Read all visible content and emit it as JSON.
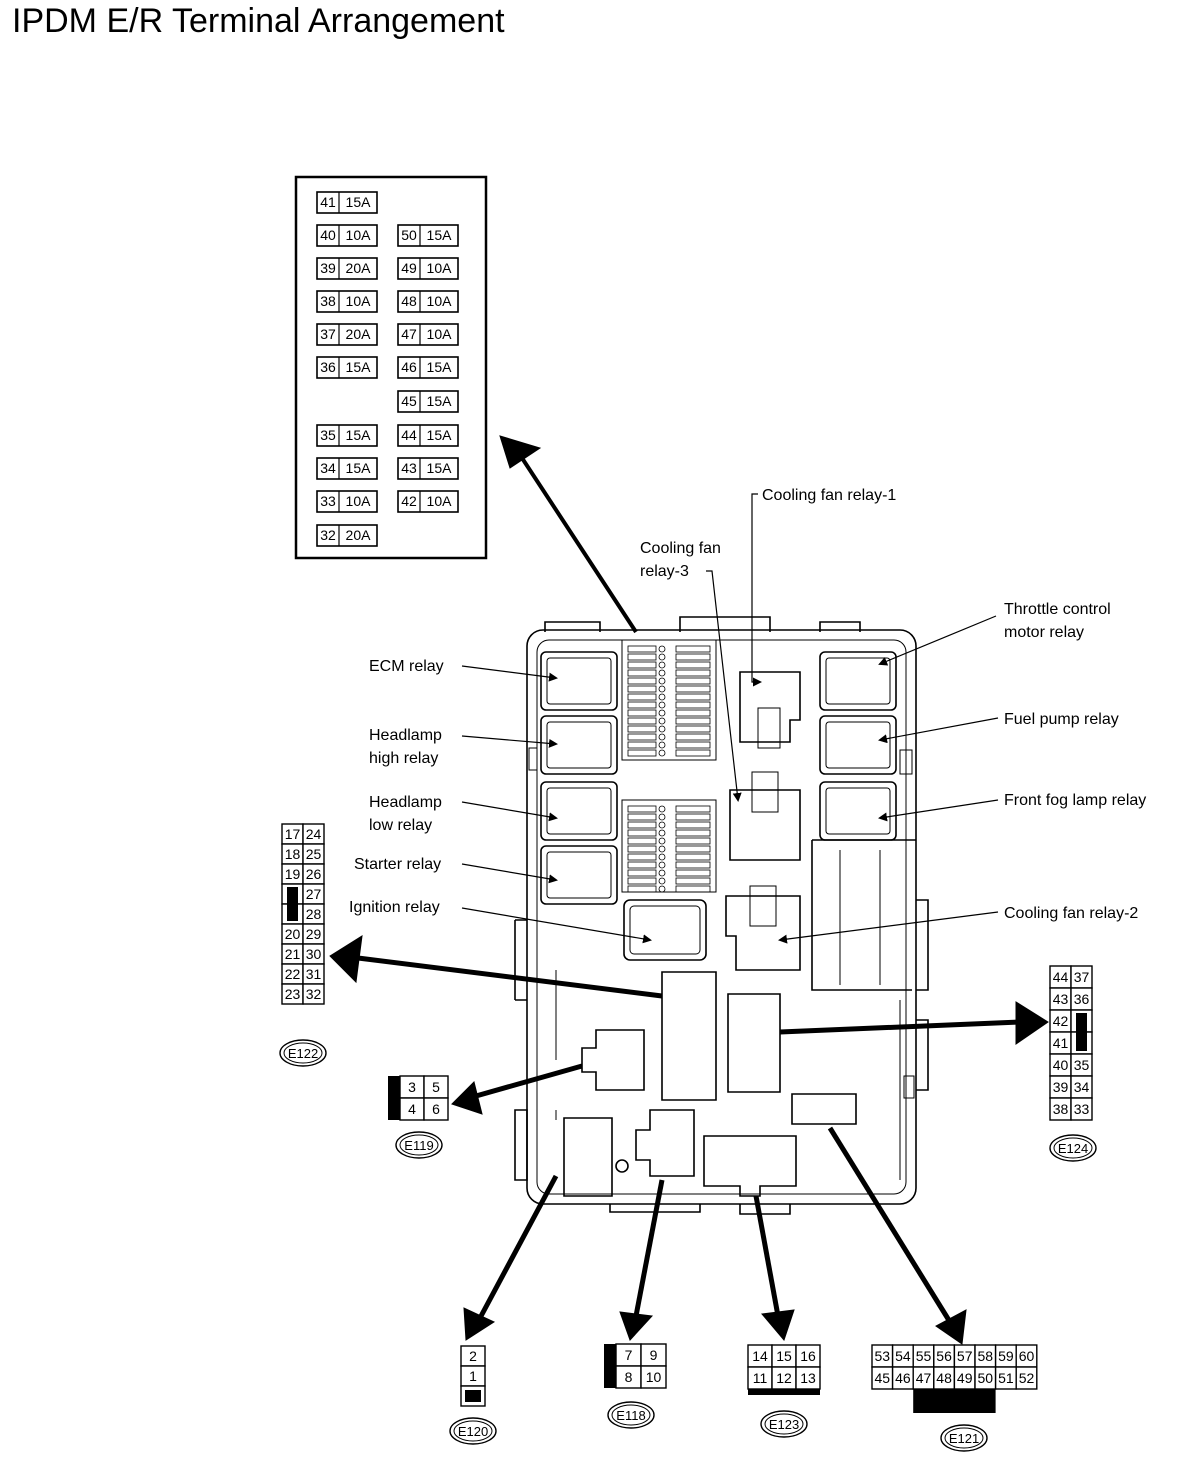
{
  "title": "IPDM E/R Terminal Arrangement",
  "fuse_block": {
    "left_column": [
      {
        "no": "41",
        "amp": "15A"
      },
      {
        "no": "40",
        "amp": "10A"
      },
      {
        "no": "39",
        "amp": "20A"
      },
      {
        "no": "38",
        "amp": "10A"
      },
      {
        "no": "37",
        "amp": "20A"
      },
      {
        "no": "36",
        "amp": "15A"
      },
      {
        "no": "35",
        "amp": "15A"
      },
      {
        "no": "34",
        "amp": "15A"
      },
      {
        "no": "33",
        "amp": "10A"
      },
      {
        "no": "32",
        "amp": "20A"
      }
    ],
    "right_column": [
      {
        "no": "50",
        "amp": "15A"
      },
      {
        "no": "49",
        "amp": "10A"
      },
      {
        "no": "48",
        "amp": "10A"
      },
      {
        "no": "47",
        "amp": "10A"
      },
      {
        "no": "46",
        "amp": "15A"
      },
      {
        "no": "45",
        "amp": "15A"
      },
      {
        "no": "44",
        "amp": "15A"
      },
      {
        "no": "43",
        "amp": "15A"
      },
      {
        "no": "42",
        "amp": "10A"
      }
    ]
  },
  "labels": {
    "cooling_fan_relay_1": "Cooling fan relay-1",
    "cooling_fan_relay_3": [
      "Cooling fan",
      "relay-3"
    ],
    "throttle_control_motor_relay": [
      "Throttle control",
      "motor relay"
    ],
    "ecm_relay": "ECM relay",
    "headlamp_high_relay": [
      "Headlamp",
      "high relay"
    ],
    "fuel_pump_relay": "Fuel pump relay",
    "headlamp_low_relay": [
      "Headlamp",
      "low relay"
    ],
    "front_fog_lamp_relay": "Front fog lamp relay",
    "starter_relay": "Starter relay",
    "ignition_relay": "Ignition relay",
    "cooling_fan_relay_2": "Cooling fan relay-2"
  },
  "connectors": {
    "E122": {
      "id": "E122",
      "rows": [
        [
          "17",
          "24"
        ],
        [
          "18",
          "25"
        ],
        [
          "19",
          "26"
        ],
        [
          "",
          "27"
        ],
        [
          "",
          "28"
        ],
        [
          "20",
          "29"
        ],
        [
          "21",
          "30"
        ],
        [
          "22",
          "31"
        ],
        [
          "23",
          "32"
        ]
      ]
    },
    "E124": {
      "id": "E124",
      "rows": [
        [
          "44",
          "37"
        ],
        [
          "43",
          "36"
        ],
        [
          "42",
          ""
        ],
        [
          "41",
          ""
        ],
        [
          "40",
          "35"
        ],
        [
          "39",
          "34"
        ],
        [
          "38",
          "33"
        ]
      ]
    },
    "E119": {
      "id": "E119",
      "rows": [
        [
          "3",
          "5"
        ],
        [
          "4",
          "6"
        ]
      ]
    },
    "E120": {
      "id": "E120",
      "rows": [
        [
          "2"
        ],
        [
          "1"
        ],
        [
          ""
        ]
      ]
    },
    "E118": {
      "id": "E118",
      "rows": [
        [
          "7",
          "9"
        ],
        [
          "8",
          "10"
        ]
      ]
    },
    "E123": {
      "id": "E123",
      "rows": [
        [
          "14",
          "15",
          "16"
        ],
        [
          "11",
          "12",
          "13"
        ]
      ]
    },
    "E121": {
      "id": "E121",
      "rows": [
        [
          "53",
          "54",
          "55",
          "56",
          "57",
          "58",
          "59",
          "60"
        ],
        [
          "45",
          "46",
          "47",
          "48",
          "49",
          "50",
          "51",
          "52"
        ]
      ]
    }
  },
  "icons": [
    "ipdm-housing-icon",
    "relay-icon",
    "fuse-icon",
    "connector-icon",
    "pointer-arrow-icon"
  ]
}
